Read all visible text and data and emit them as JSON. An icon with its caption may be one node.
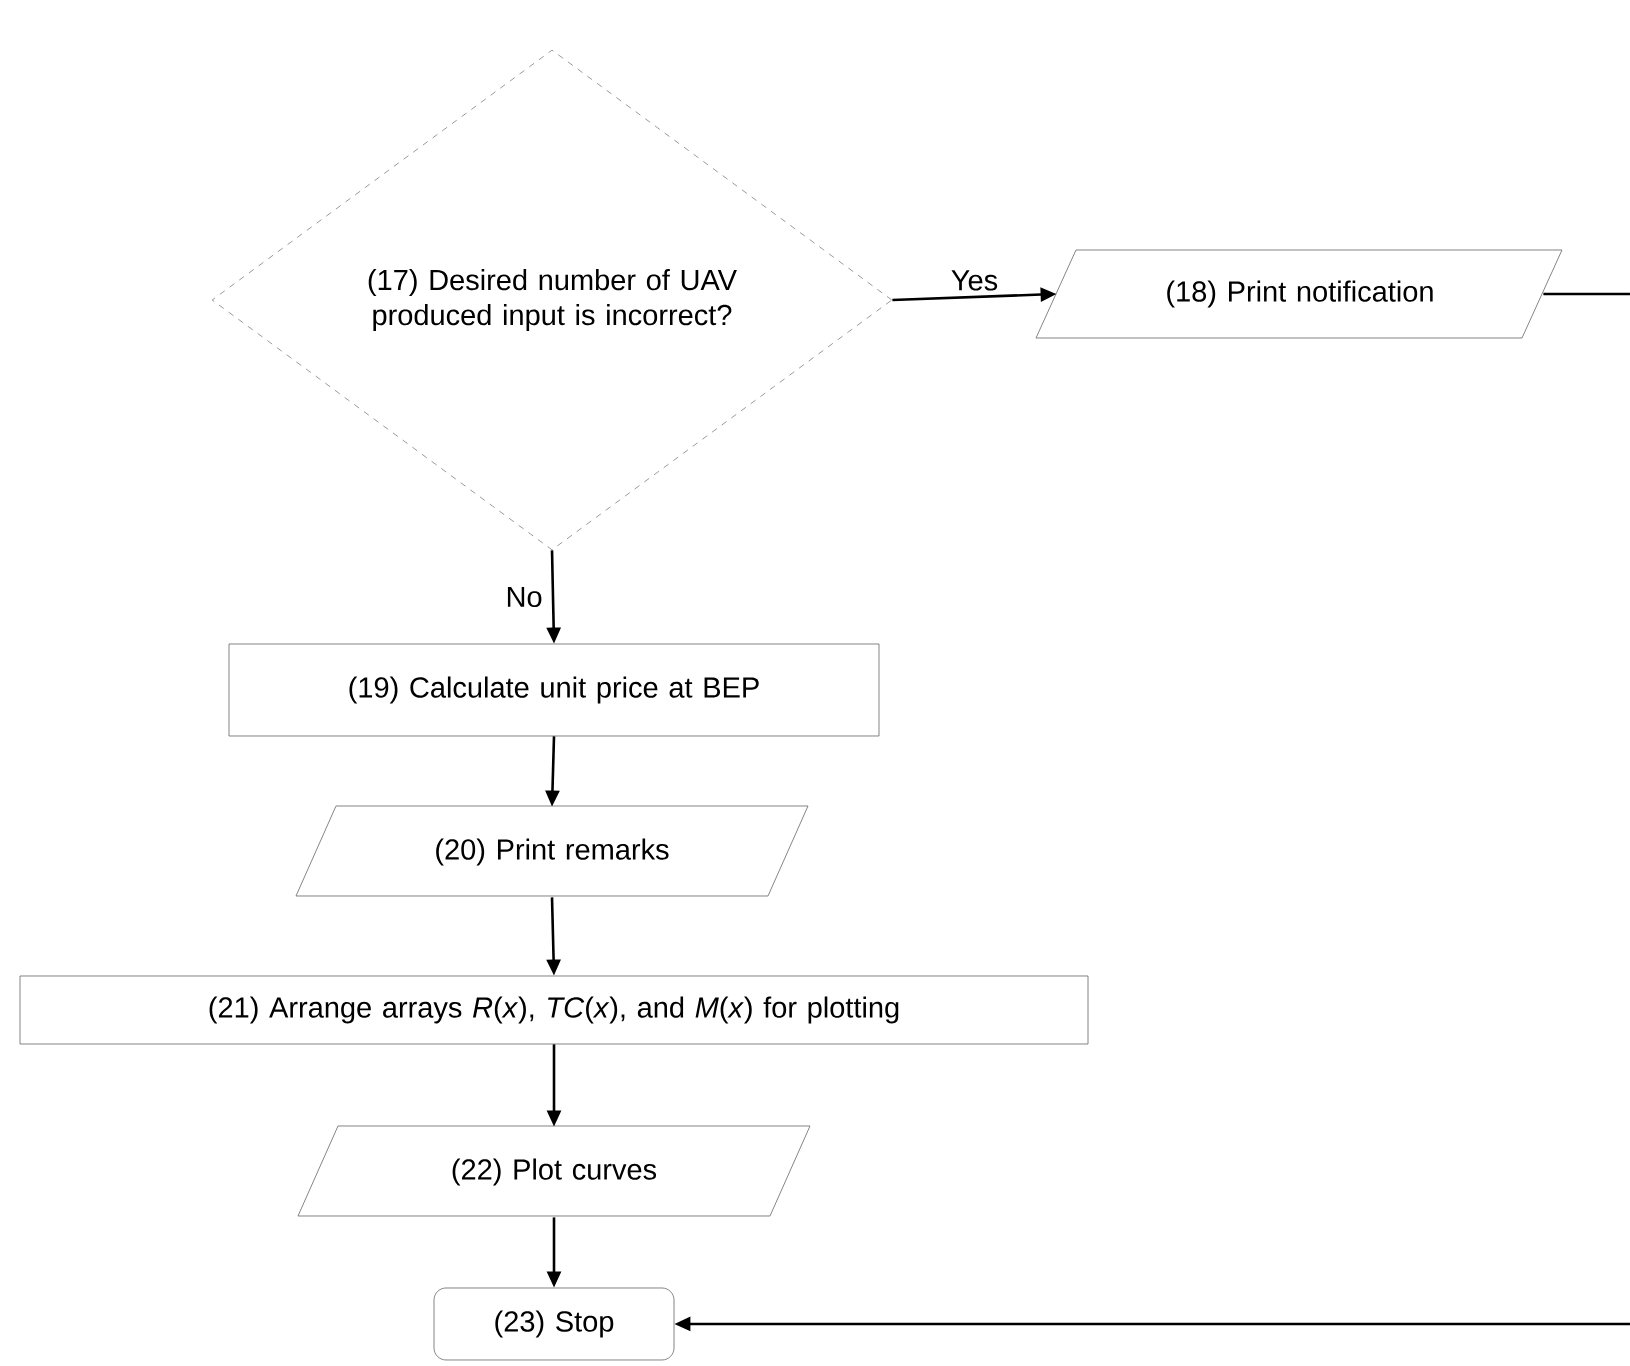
{
  "diagram": {
    "nodes": [
      {
        "text": [
          "(17) Desired number of UAV produced input is incorrect?"
        ]
      },
      {
        "text": [
          "(18) Print notification"
        ]
      },
      {
        "text": [
          "(19) Calculate unit price at BEP"
        ]
      },
      {
        "text": [
          "(20) Print remarks"
        ]
      },
      {
        "text": [
          "(21) Arrange arrays *R*(*x*), *TC*(*x*), and *M*(*x*) for plotting"
        ]
      },
      {
        "text": [
          "(22) Plot curves"
        ]
      },
      {
        "text": [
          "(23) Stop"
        ]
      }
    ],
    "edges": [
      {
        "from": 0,
        "to": 1,
        "arrow": "to",
        "label": "Yes"
      },
      {
        "from": 0,
        "to": 2,
        "arrow": "to",
        "label": "No"
      },
      {
        "from": 2,
        "to": 3,
        "arrow": "to"
      },
      {
        "from": 3,
        "to": 4,
        "arrow": "to"
      },
      {
        "from": 4,
        "to": 5,
        "arrow": "to"
      },
      {
        "from": 5,
        "to": 6,
        "arrow": "to"
      },
      {
        "from": 1,
        "to": null,
        "arrow": "none"
      },
      {
        "from": null,
        "to": 6,
        "arrow": "to"
      }
    ]
  }
}
